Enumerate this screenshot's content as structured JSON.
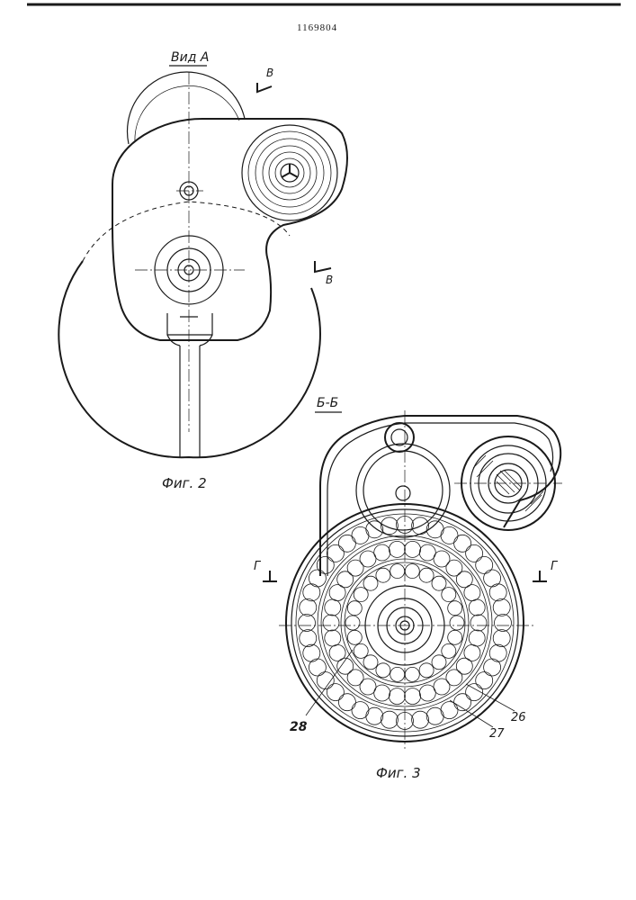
{
  "document": {
    "patent_number": "1169804"
  },
  "figure2": {
    "view_label": "Вид А",
    "section_mark_top": "В",
    "section_mark_bottom": "В",
    "caption": "Фиг. 2"
  },
  "figure3": {
    "section_label": "Б-Б",
    "cut_mark_left": "Г",
    "cut_mark_right": "Г",
    "callouts": [
      "28",
      "26",
      "27"
    ],
    "caption": "Фиг. 3"
  },
  "colors": {
    "ink": "#1a1a1a",
    "paper": "#ffffff"
  }
}
